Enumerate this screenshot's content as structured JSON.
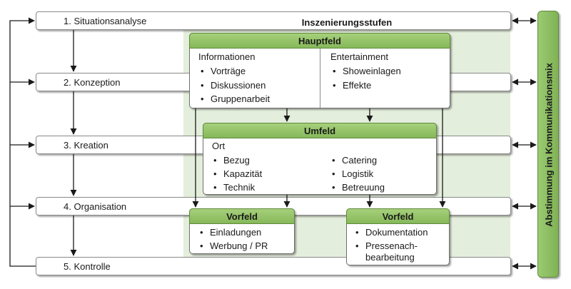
{
  "panel": {
    "title": "Inszenierungsstufen"
  },
  "steps": [
    {
      "label": "1. Situationsanalyse"
    },
    {
      "label": "2. Konzeption"
    },
    {
      "label": "3. Kreation"
    },
    {
      "label": "4. Organisation"
    },
    {
      "label": "5. Kontrolle"
    }
  ],
  "side_bar": {
    "label": "Abstimmung im Kommunikationsmix"
  },
  "hauptfeld": {
    "title": "Hauptfeld",
    "left": {
      "heading": "Informationen",
      "items": [
        "Vorträge",
        "Diskussionen",
        "Gruppenarbeit"
      ]
    },
    "right": {
      "heading": "Entertainment",
      "items": [
        "Showeinlagen",
        "Effekte"
      ]
    }
  },
  "umfeld": {
    "title": "Umfeld",
    "heading": "Ort",
    "left_items": [
      "Bezug",
      "Kapazität",
      "Technik"
    ],
    "right_items": [
      "Catering",
      "Logistik",
      "Betreuung"
    ]
  },
  "vorfeld_left": {
    "title": "Vorfeld",
    "items": [
      "Einladungen",
      "Werbung / PR"
    ]
  },
  "vorfeld_right": {
    "title": "Vorfeld",
    "items": [
      "Dokumentation",
      "Pressenach-",
      "bearbeitung"
    ]
  }
}
